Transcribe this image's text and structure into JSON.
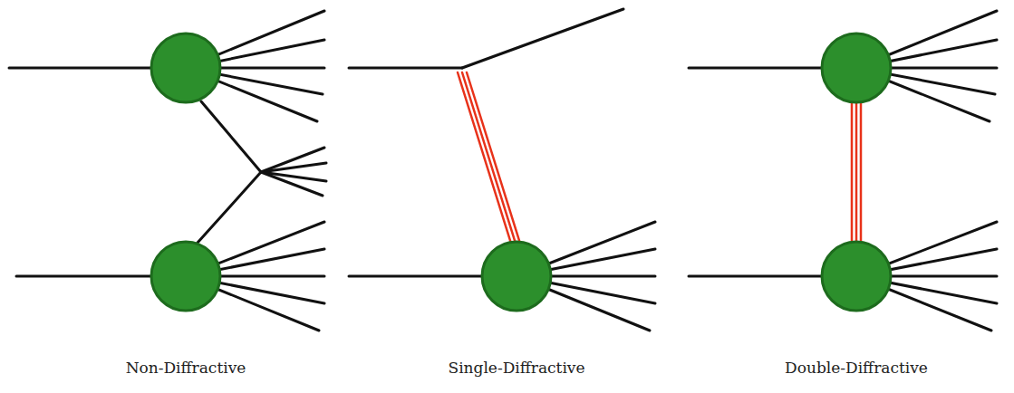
{
  "diagram": {
    "labels": [
      "Non-Diffractive",
      "Single-Diffractive",
      "Double-Diffractive"
    ]
  }
}
